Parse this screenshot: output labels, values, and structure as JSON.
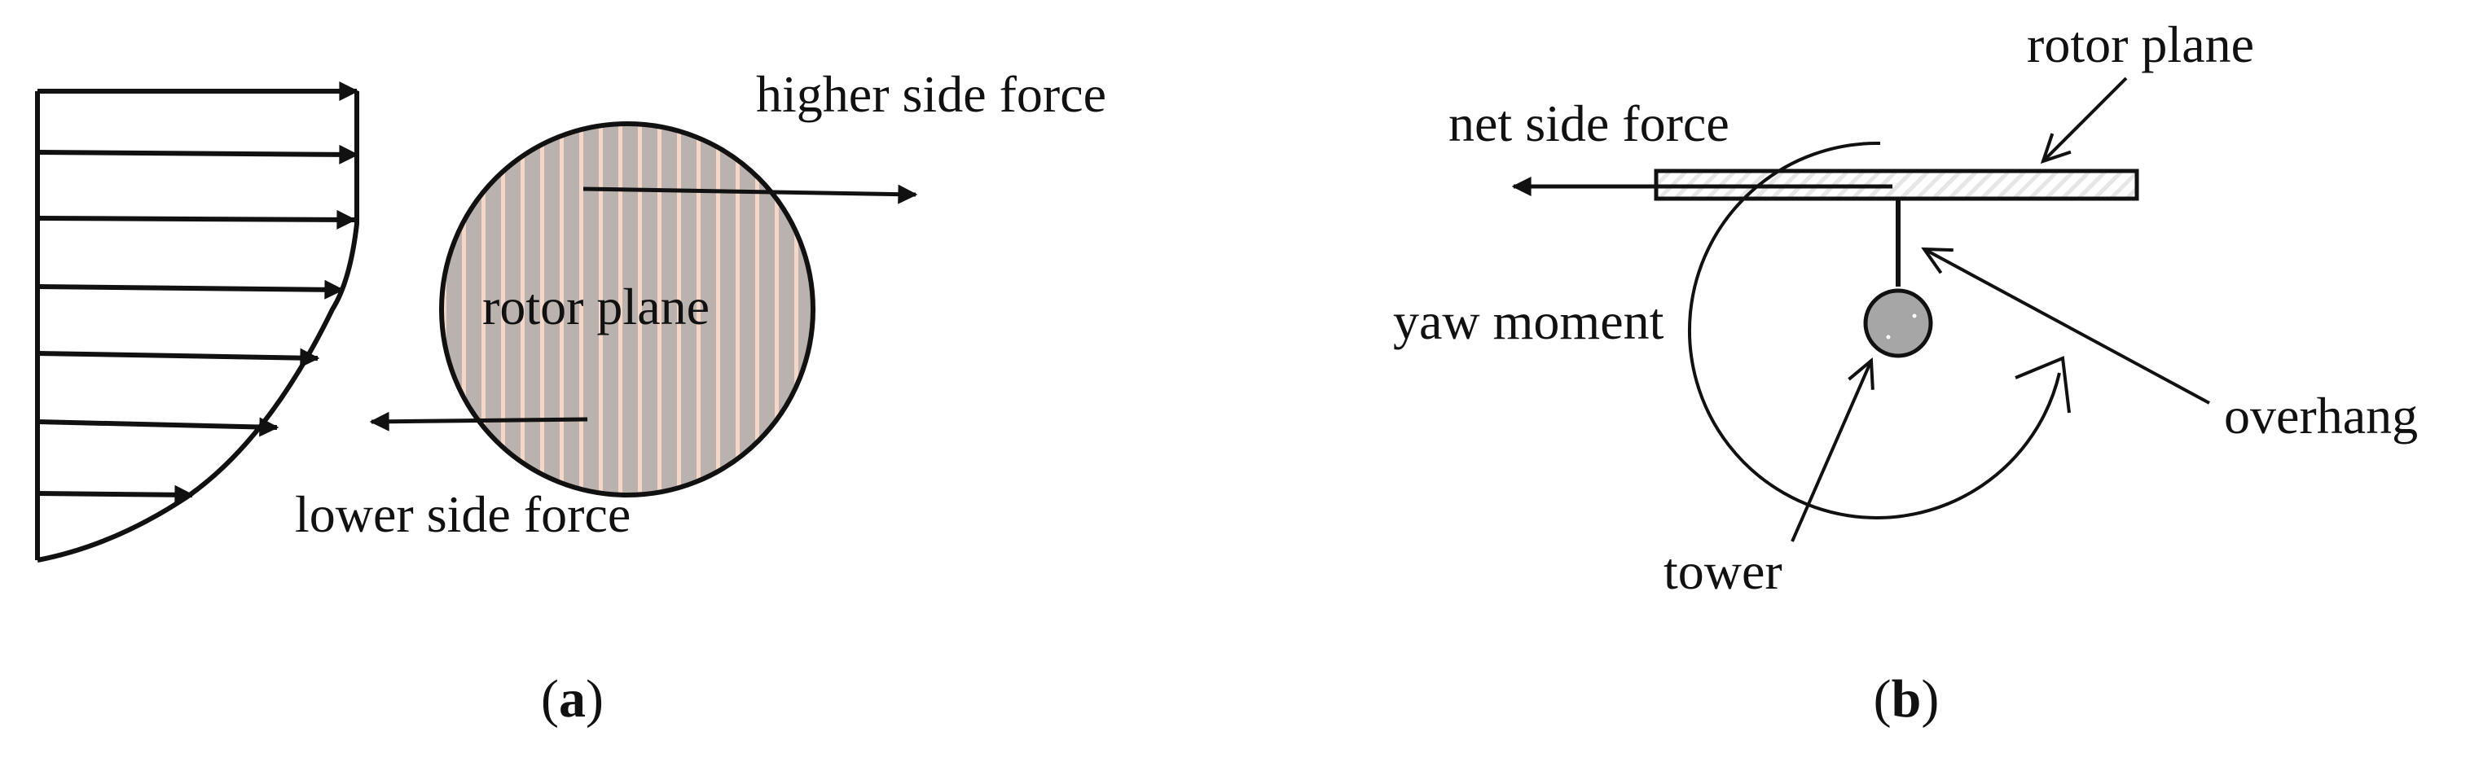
{
  "panel_a": {
    "label_higher_side_force": "higher side force",
    "label_rotor_plane": "rotor plane",
    "label_lower_side_force": "lower side force",
    "caption": {
      "open": "(",
      "letter": "a",
      "close": ")"
    }
  },
  "panel_b": {
    "label_rotor_plane": "rotor plane",
    "label_net_side_force": "net side force",
    "label_yaw_moment": "yaw moment",
    "label_overhang": "overhang",
    "label_tower": "tower",
    "caption": {
      "open": "(",
      "letter": "b",
      "close": ")"
    }
  },
  "colors": {
    "ink": "#111111",
    "rotor_fill": "#b9b2af",
    "rotor_stripe": "#f4d7c8",
    "tower_fill": "#a6a6a6"
  }
}
